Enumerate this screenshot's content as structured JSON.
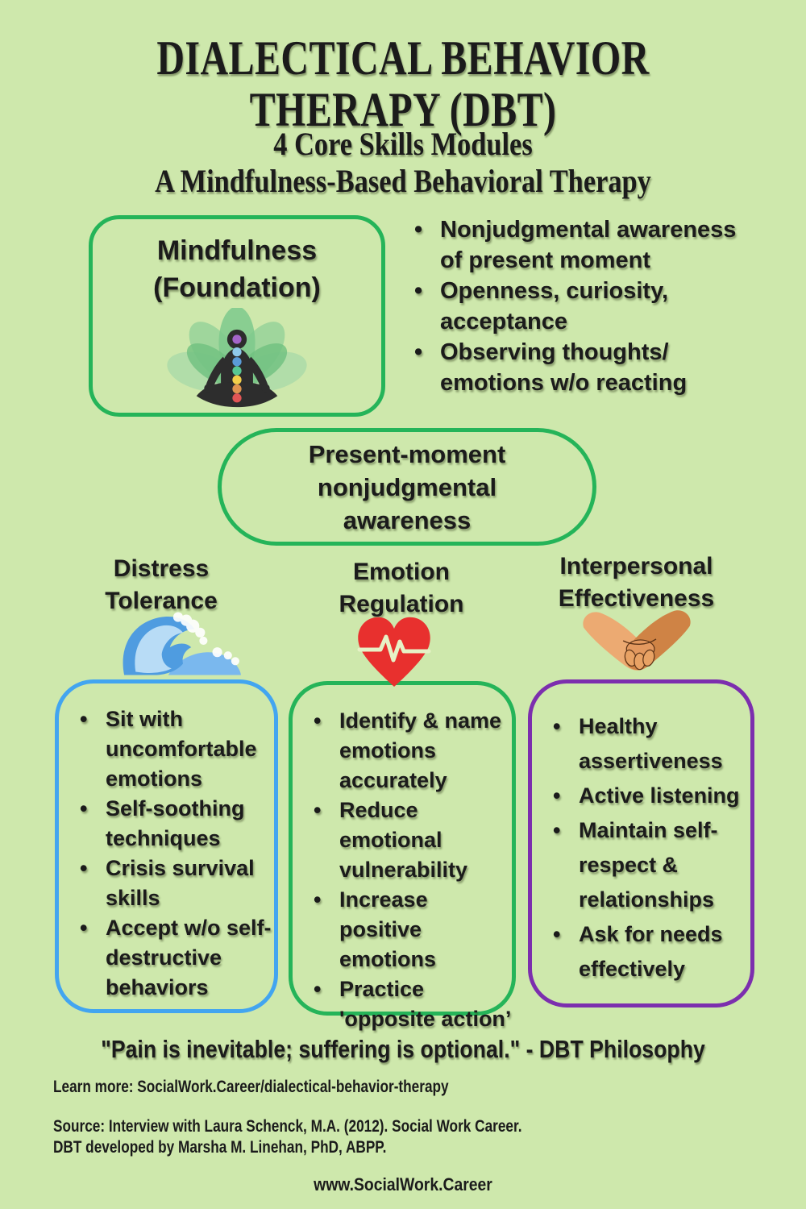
{
  "header": {
    "title_line1": "DIALECTICAL BEHAVIOR",
    "title_line2": "THERAPY (DBT)",
    "subtitle1": "4 Core Skills Modules",
    "subtitle2": "A Mindfulness-Based Behavioral Therapy"
  },
  "mindfulness": {
    "title": "Mindfulness\n(Foundation)",
    "icon": "meditation-lotus-icon",
    "bullets": [
      "Nonjudgmental awareness\nof present moment",
      "Openness, curiosity,\nacceptance",
      "Observing thoughts/\nemotions w/o reacting"
    ]
  },
  "pill": {
    "text": "Present-moment\nnonjudgmental\nawareness"
  },
  "modules": [
    {
      "name": "Distress\nTolerance",
      "icon": "ocean-wave-icon",
      "border_color": "#42a5f0",
      "bullets": [
        "Sit with\nuncomfortable\nemotions",
        "Self-soothing\ntechniques",
        "Crisis survival\nskills",
        "Accept w/o self-\ndestructive\nbehaviors"
      ]
    },
    {
      "name": "Emotion\nRegulation",
      "icon": "heartbeat-icon",
      "border_color": "#25b459",
      "bullets": [
        "Identify & name\nemotions\naccurately",
        "Reduce\nemotional\nvulnerability",
        "Increase positive\nemotions",
        "Practice\n'opposite action’"
      ]
    },
    {
      "name": "Interpersonal\nEffectiveness",
      "icon": "holding-hands-icon",
      "border_color": "#7c2eae",
      "bullets": [
        "Healthy\nassertiveness",
        "Active listening",
        "Maintain self-\nrespect &\nrelationships",
        "Ask for needs\neffectively"
      ]
    }
  ],
  "footer": {
    "quote": "\"Pain is inevitable; suffering is optional.\" - DBT Philosophy",
    "learn_more": "Learn more: SocialWork.Career/dialectical-behavior-therapy",
    "source_line1": "Source: Interview with Laura Schenck, M.A. (2012). Social Work Career.",
    "source_line2": "DBT developed by Marsha M. Linehan, PhD, ABPP.",
    "website": "www.SocialWork.Career"
  },
  "colors": {
    "background": "#cee8ac",
    "green_border": "#25b459",
    "blue_border": "#42a5f0",
    "purple_border": "#7c2eae",
    "heart_red": "#e8302e",
    "text": "#1b1b1b"
  }
}
